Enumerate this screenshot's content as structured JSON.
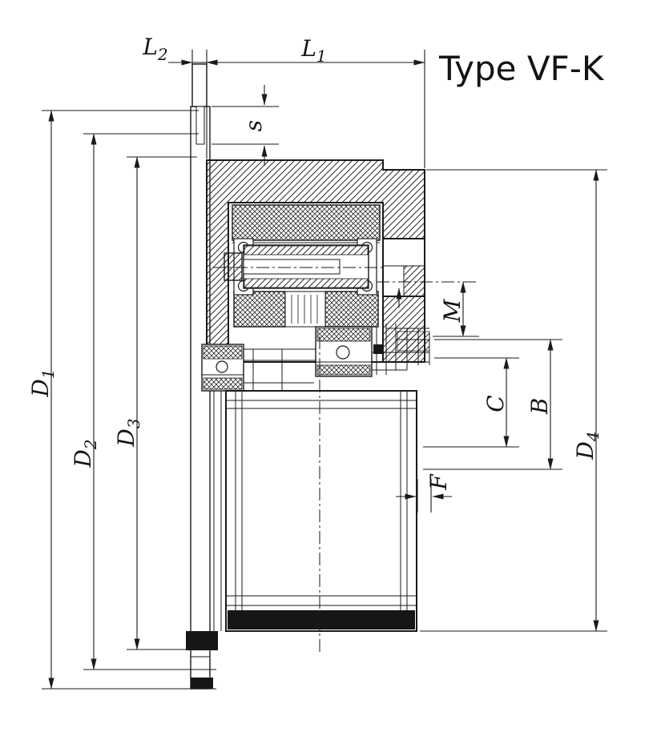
{
  "title": "Type VF-K",
  "dimension_labels": {
    "L2": {
      "base": "L",
      "sub": "2"
    },
    "L1": {
      "base": "L",
      "sub": "1"
    },
    "s": {
      "base": "s",
      "sub": ""
    },
    "M": {
      "base": "M",
      "sub": ""
    },
    "C": {
      "base": "C",
      "sub": ""
    },
    "B": {
      "base": "B",
      "sub": ""
    },
    "F": {
      "base": "F",
      "sub": ""
    },
    "D1": {
      "base": "D",
      "sub": "1"
    },
    "D2": {
      "base": "D",
      "sub": "2"
    },
    "D3": {
      "base": "D",
      "sub": "3"
    },
    "D4": {
      "base": "D",
      "sub": "4"
    }
  },
  "colors": {
    "ink": "#1a1a1a",
    "paper": "#ffffff"
  }
}
